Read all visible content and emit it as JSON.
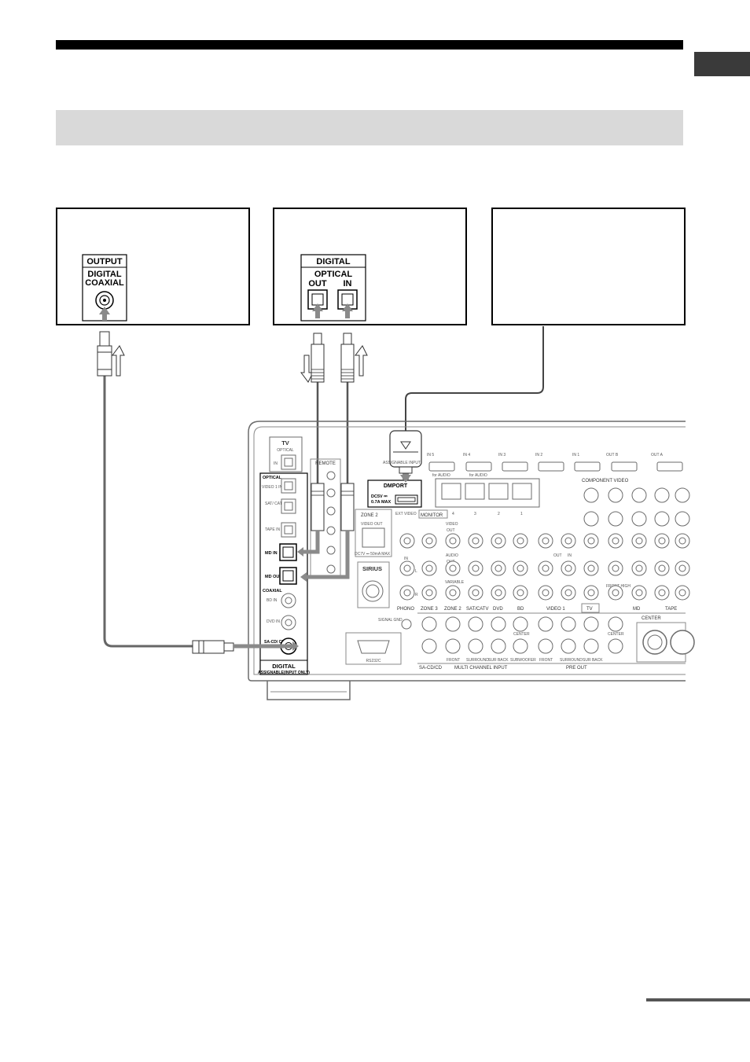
{
  "source_device_left": {
    "panel_header": "OUTPUT",
    "jack_label_line1": "DIGITAL",
    "jack_label_line2": "COAXIAL"
  },
  "recorder_device_mid": {
    "panel_header": "DIGITAL",
    "optical_label": "OPTICAL",
    "out_label": "OUT",
    "in_label": "IN"
  },
  "receiver": {
    "tv_label": "TV",
    "optical_small": "OPTICAL",
    "in_label": "IN",
    "left_inputs": {
      "optical_header": "OPTICAL",
      "video1_in": "VIDEO 1 IN",
      "sat_catv_in": "SAT/ CATV IN",
      "tape_in": "TAPE IN",
      "md_in": "MD IN",
      "md_out": "MD OUT",
      "coaxial_header": "COAXIAL",
      "bd_in": "BD IN",
      "dvd_in": "DVD IN",
      "sacd_in": "SA-CD/ CD IN",
      "digital_footer": "DIGITAL",
      "assignable_note": "ASSIGNABLE(INPUT ONLY)"
    },
    "remote_label": "REMOTE",
    "dmport": {
      "title": "DMPORT",
      "spec_line1": "DC5V ⎓",
      "spec_line2": "0.7A MAX"
    },
    "assignable_input": "ASSIGNABLE INPUT",
    "hdmi_labels": [
      "IN 5",
      "IN 4",
      "IN 3",
      "IN 2",
      "IN 1",
      "OUT B",
      "OUT A"
    ],
    "hdmi_sub_labels": [
      "for AUDIO",
      "for AUDIO"
    ],
    "speaker_numbers": [
      "4",
      "3",
      "2",
      "1"
    ],
    "zone2": "ZONE 2",
    "video_out": "VIDEO OUT",
    "zone2_power": "DC7V ⎓ 50mA MAX",
    "ext_video": "EXT VIDEO",
    "monitor": "MONITOR",
    "sirius": "SIRIUS",
    "component_video": "COMPONENT VIDEO",
    "rs232c": "RS232C",
    "signal_gnd": "SIGNAL GND",
    "bottom_labels": [
      "PHONO",
      "ZONE 3",
      "ZONE 2",
      "SAT/CATV",
      "DVD",
      "BD",
      "VIDEO 1",
      "TV",
      "MD",
      "TAPE"
    ],
    "multi_channel_input": "MULTI CHANNEL INPUT",
    "pre_out": "PRE OUT",
    "sacd_cd_label": "SA-CD/CD",
    "center": "CENTER",
    "front": "FRONT",
    "surround": "SURROUND",
    "sub_back": "SUR BACK",
    "subwoofer": "SUBWOOFER",
    "video_label": "VIDEO",
    "audio_label": "AUDIO",
    "out_label": "OUT",
    "variable": "VARIABLE",
    "front_high": "FRONT HIGH",
    "l_label": "L",
    "r_label": "R"
  },
  "colors": {
    "arrow_gray": "#8a8a8a",
    "panel_line": "#6b6b6b",
    "band_gray": "#d9d9d9"
  }
}
